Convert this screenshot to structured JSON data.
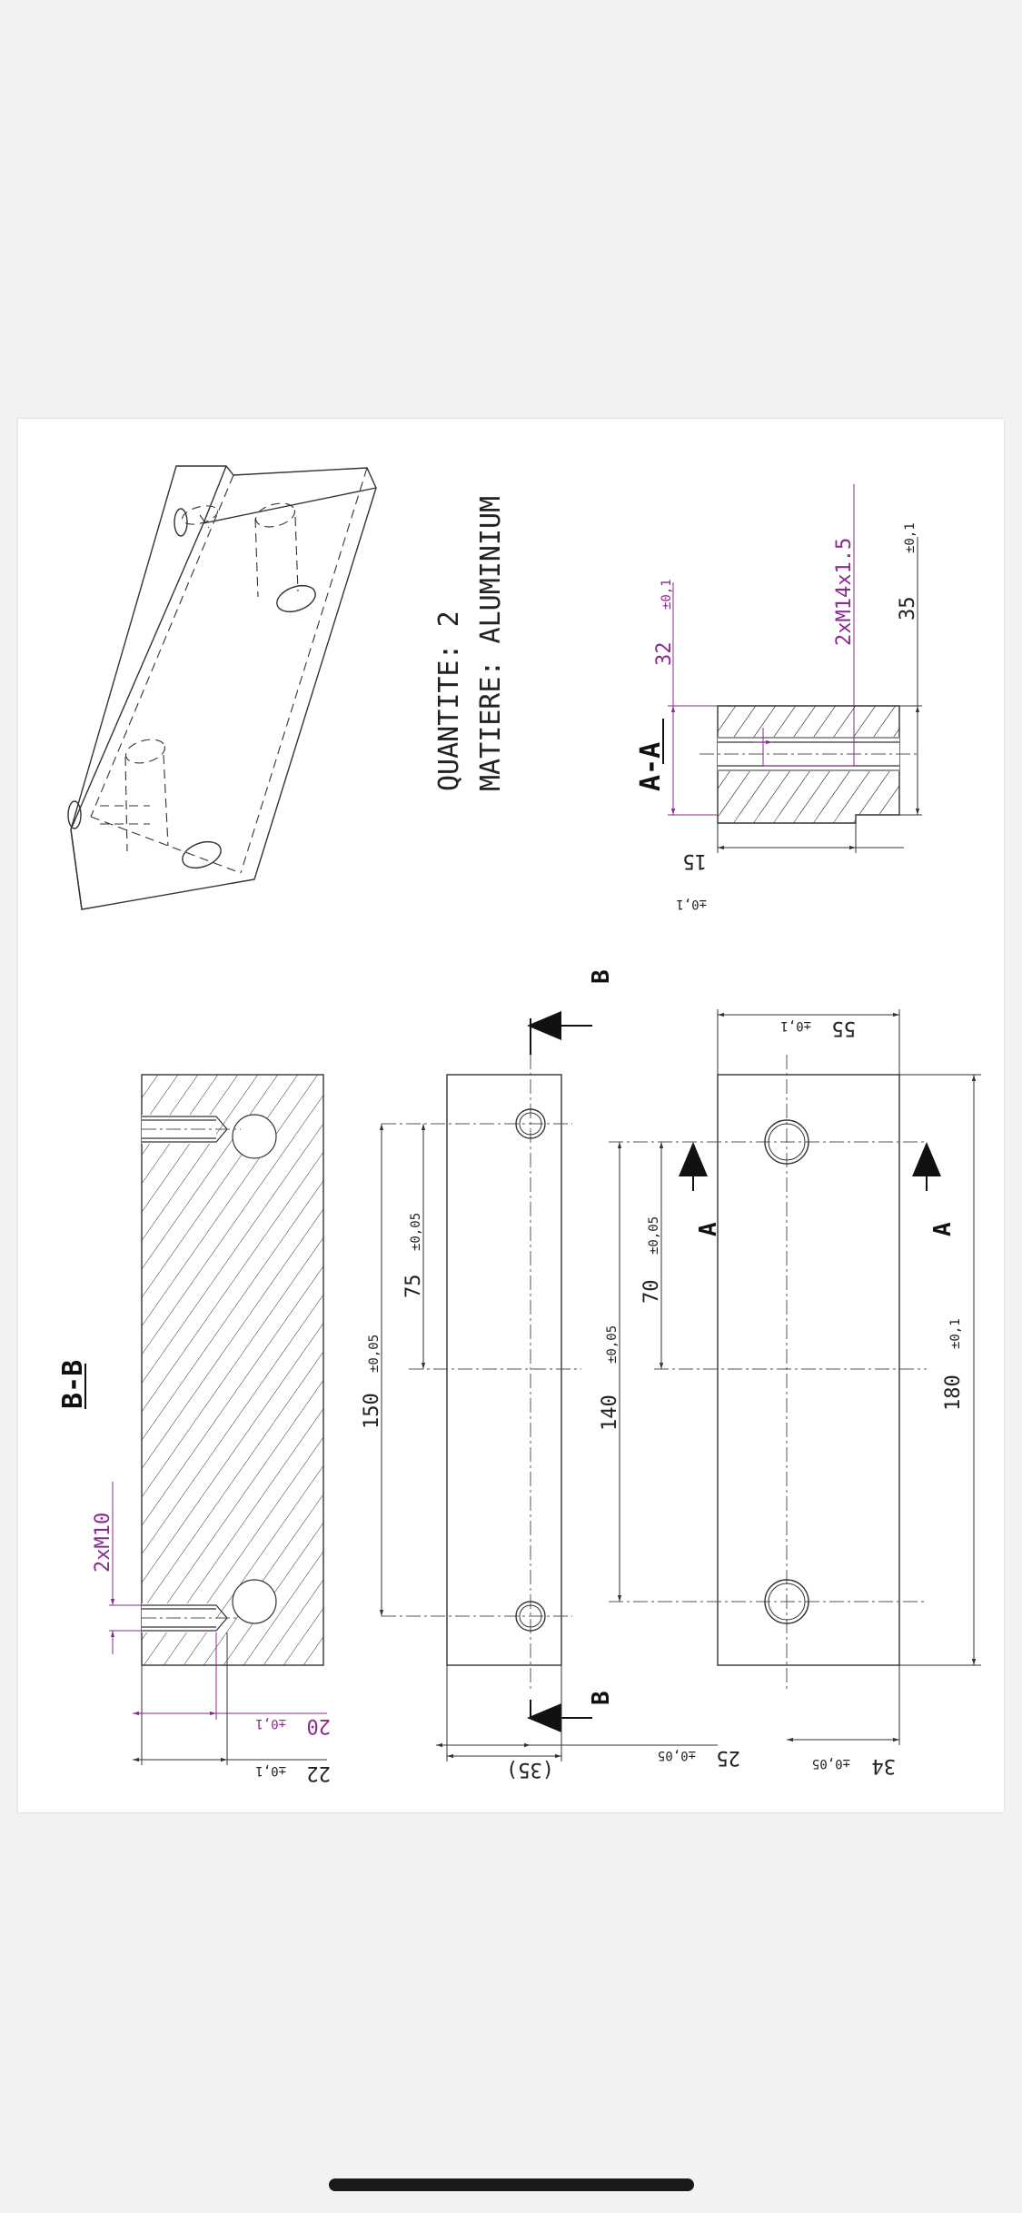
{
  "colors": {
    "sheet": "#ffffff",
    "ink": "#222222",
    "accent": "#8b2a8f",
    "background": "#f1f2f4"
  },
  "notes": {
    "quantity": "QUANTITE: 2",
    "material": "MATIERE: ALUMINIUM"
  },
  "sections": {
    "bb": "B-B",
    "aa": "A-A",
    "b": "B",
    "a": "A"
  },
  "dims": {
    "d150": "150",
    "d75": "75",
    "d140": "140",
    "d70": "70",
    "d180": "180",
    "d55": "55",
    "d25": "25",
    "d34": "34",
    "d35ref": "(35)",
    "d22": "22",
    "d20": "20",
    "d15": "15",
    "d32": "32",
    "d35": "35",
    "m10": "2xM10",
    "m14": "2xM14x1.5",
    "tol005": "±0,05",
    "tol01": "±0,1"
  }
}
